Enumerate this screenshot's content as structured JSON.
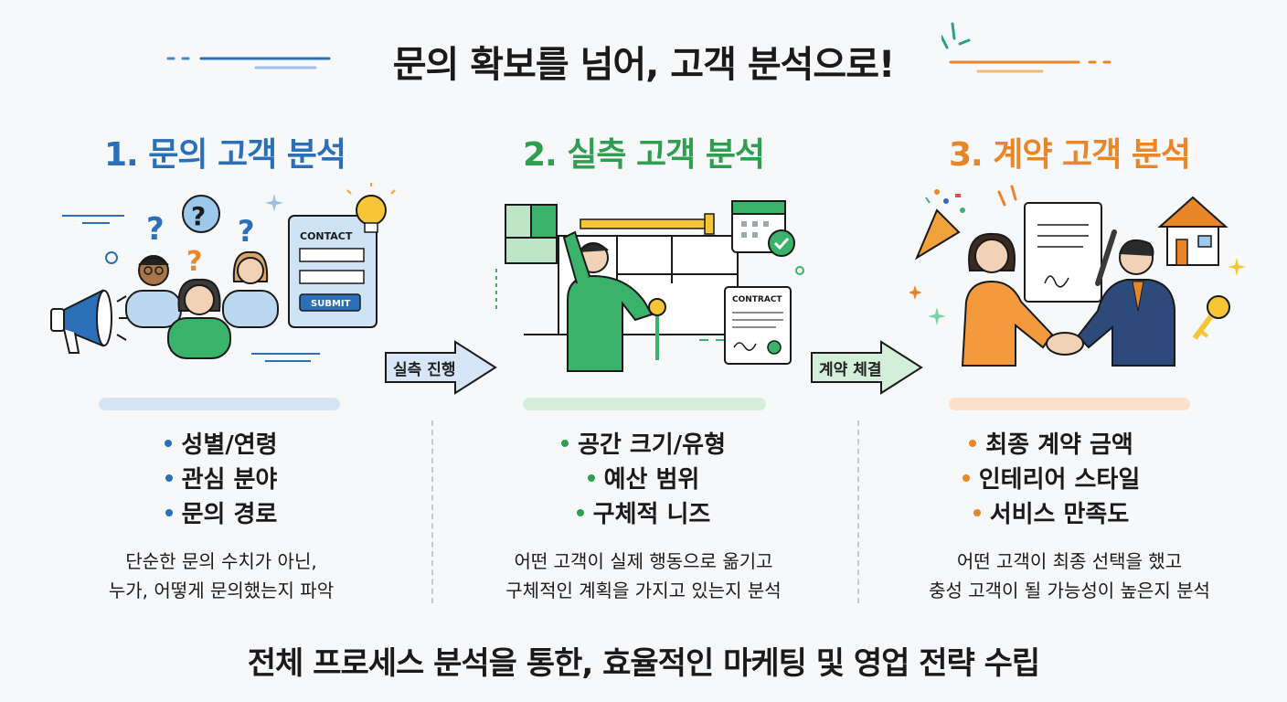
{
  "title": "문의 확보를 넘어, 고객 분석으로!",
  "colors": {
    "blue": "#2a6fb8",
    "green": "#2e9e4f",
    "orange": "#e8862a"
  },
  "stages": [
    {
      "title": "1. 문의 고객 분석",
      "bullets": [
        "성별/연령",
        "관심 분야",
        "문의 경로"
      ],
      "desc_lines": [
        "단순한 문의 수치가 아닌,",
        "누가, 어떻게 문의했는지 파악"
      ],
      "illustration": {
        "form_header": "CONTACT",
        "form_button": "SUBMIT"
      }
    },
    {
      "title": "2. 실측 고객 분석",
      "bullets": [
        "공간 크기/유형",
        "예산 범위",
        "구체적 니즈"
      ],
      "desc_lines": [
        "어떤 고객이 실제 행동으로 옮기고",
        "구체적인 계획을 가지고 있는지 분석"
      ],
      "illustration": {
        "document_header": "CONTRACT"
      }
    },
    {
      "title": "3. 계약 고객 분석",
      "bullets": [
        "최종 계약 금액",
        "인테리어 스타일",
        "서비스 만족도"
      ],
      "desc_lines": [
        "어떤 고객이 최종 선택을 했고",
        "충성 고객이 될 가능성이 높은지 분석"
      ]
    }
  ],
  "arrows": [
    {
      "label": "실측 진행"
    },
    {
      "label": "계약 체결"
    }
  ],
  "footer": "전체 프로세스 분석을 통한, 효율적인 마케팅 및 영업 전략 수립"
}
